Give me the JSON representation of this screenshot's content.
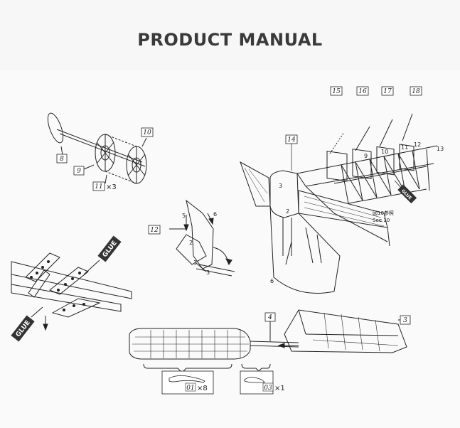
{
  "header": {
    "title": "PRODUCT MANUAL"
  },
  "parts": {
    "p8": "8",
    "p9": "9",
    "p10": "10",
    "p11": "11",
    "p11_qty": "×3",
    "p12": "12",
    "p14": "14",
    "p15": "15",
    "p16": "16",
    "p17": "17",
    "p18": "18",
    "p4": "4",
    "p3": "3",
    "p01": "01",
    "p01_qty": "×8",
    "p03": "03",
    "p03_qty": "×1"
  },
  "steps": {
    "s1": "1",
    "s2": "2",
    "s3": "3",
    "s5": "5",
    "s6": "6",
    "f2": "2",
    "f3": "3",
    "f6": "6",
    "f9": "9",
    "f10": "10",
    "f11": "11",
    "f12": "12",
    "f13": "13"
  },
  "glue": {
    "left_top": "GLUE",
    "left_bottom": "GLUE",
    "right": "GLUE"
  },
  "see_note": {
    "cn": "図10参照",
    "en": "See 10"
  }
}
